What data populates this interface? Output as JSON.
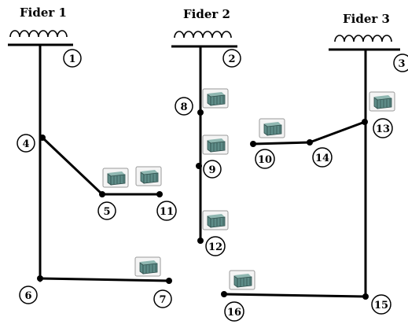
{
  "feeders": [
    {
      "id": "f1",
      "label": "Fider 1",
      "number": "1"
    },
    {
      "id": "f2",
      "label": "Fider 2",
      "number": "2"
    },
    {
      "id": "f3",
      "label": "Fider 3",
      "number": "3"
    }
  ],
  "nodes": [
    "1",
    "2",
    "3",
    "4",
    "5",
    "6",
    "7",
    "8",
    "9",
    "10",
    "11",
    "12",
    "13",
    "14",
    "15",
    "16"
  ],
  "icons": {
    "transformer": "distribution-transformer-icon",
    "source": "feeder-source-coil-icon"
  },
  "colors": {
    "line": "#000000",
    "transformer": "#5e8c88",
    "background": "#ffffff"
  }
}
